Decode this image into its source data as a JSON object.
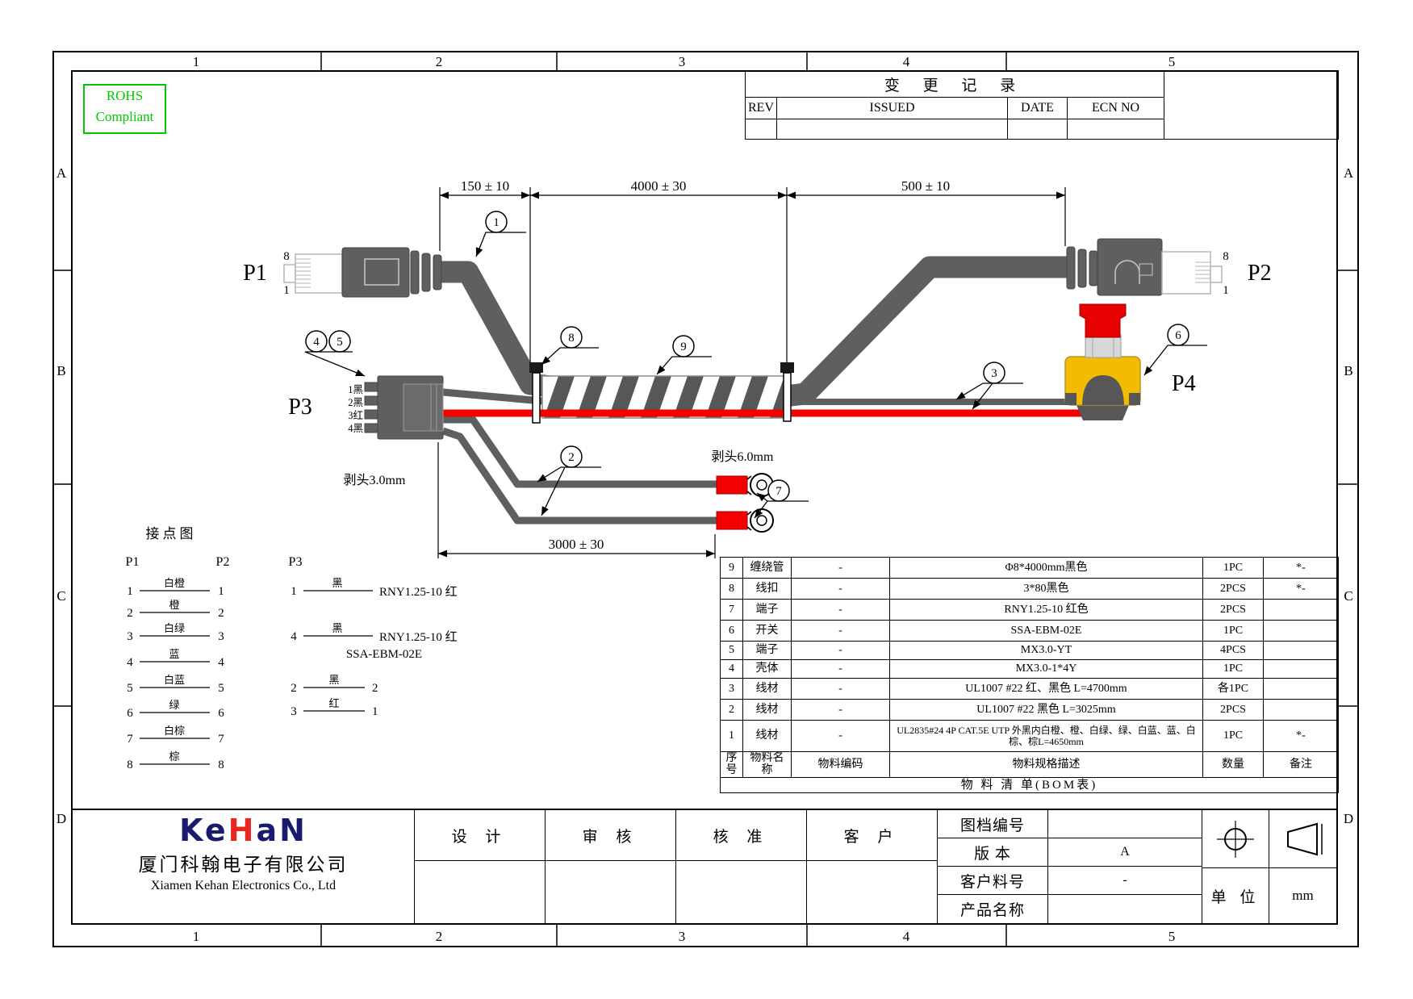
{
  "colors": {
    "rohs_green": "#00c800",
    "wire_red": "#f40000",
    "cable_gray": "#5f5f5f",
    "estop_red": "#e60000",
    "estop_yellow": "#f3bc00",
    "logo_navy": "#1a1a6e",
    "logo_red": "#e8261f"
  },
  "frame": {
    "cols": [
      "1",
      "2",
      "3",
      "4",
      "5"
    ],
    "rows": [
      "A",
      "B",
      "C",
      "D"
    ]
  },
  "rohs": {
    "line1": "ROHS",
    "line2": "Compliant"
  },
  "change_record": {
    "title": "变 更 记 录",
    "rev": "REV",
    "issued": "ISSUED",
    "date": "DATE",
    "ecn": "ECN NO"
  },
  "drawing": {
    "dim_150": "150 ± 10",
    "dim_4000": "4000 ± 30",
    "dim_500": "500 ± 10",
    "dim_3000": "3000 ± 30",
    "strip_3": "剥头3.0mm",
    "strip_6": "剥头6.0mm",
    "p1": "P1",
    "p2": "P2",
    "p3": "P3",
    "p4": "P4",
    "p1_pin_top": "8",
    "p1_pin_bottom": "1",
    "p2_pin_top": "8",
    "p2_pin_bottom": "1",
    "p3_pins": [
      "1黑",
      "2黑",
      "3红",
      "4黑"
    ],
    "callouts": [
      "1",
      "2",
      "3",
      "4",
      "5",
      "6",
      "7",
      "8",
      "9"
    ]
  },
  "wiring": {
    "title": "接点图",
    "p1_header": "P1",
    "p2_header": "P2",
    "p3_header": "P3",
    "rows": [
      {
        "l": "1",
        "color": "白橙",
        "r": "1"
      },
      {
        "l": "2",
        "color": "橙",
        "r": "2"
      },
      {
        "l": "3",
        "color": "白绿",
        "r": "3"
      },
      {
        "l": "4",
        "color": "蓝",
        "r": "4"
      },
      {
        "l": "5",
        "color": "白蓝",
        "r": "5"
      },
      {
        "l": "6",
        "color": "绿",
        "r": "6"
      },
      {
        "l": "7",
        "color": "白棕",
        "r": "7"
      },
      {
        "l": "8",
        "color": "棕",
        "r": "8"
      }
    ],
    "p3_rows": [
      {
        "l": "1",
        "color": "黑",
        "r": "RNY1.25-10 红"
      },
      {
        "l": "4",
        "color": "黑",
        "r": "RNY1.25-10 红"
      },
      {
        "l": "2",
        "color": "黑",
        "r": "2"
      },
      {
        "l": "3",
        "color": "红",
        "r": "1"
      }
    ],
    "p3_note": "SSA-EBM-02E"
  },
  "bom": {
    "headers": {
      "seq": "序号",
      "name": "物料名称",
      "code": "物料编码",
      "spec": "物料规格描述",
      "qty": "数量",
      "remark": "备注"
    },
    "rows": [
      {
        "seq": "9",
        "name": "缠绕管",
        "code": "-",
        "spec": "Φ8*4000mm黑色",
        "qty": "1PC",
        "remark": "*-"
      },
      {
        "seq": "8",
        "name": "线扣",
        "code": "-",
        "spec": "3*80黑色",
        "qty": "2PCS",
        "remark": "*-"
      },
      {
        "seq": "7",
        "name": "端子",
        "code": "-",
        "spec": "RNY1.25-10 红色",
        "qty": "2PCS",
        "remark": ""
      },
      {
        "seq": "6",
        "name": "开关",
        "code": "-",
        "spec": "SSA-EBM-02E",
        "qty": "1PC",
        "remark": ""
      },
      {
        "seq": "5",
        "name": "端子",
        "code": "-",
        "spec": "MX3.0-YT",
        "qty": "4PCS",
        "remark": ""
      },
      {
        "seq": "4",
        "name": "壳体",
        "code": "-",
        "spec": "MX3.0-1*4Y",
        "qty": "1PC",
        "remark": ""
      },
      {
        "seq": "3",
        "name": "线材",
        "code": "-",
        "spec": "UL1007 #22 红、黑色 L=4700mm",
        "qty": "各1PC",
        "remark": ""
      },
      {
        "seq": "2",
        "name": "线材",
        "code": "-",
        "spec": "UL1007 #22 黑色 L=3025mm",
        "qty": "2PCS",
        "remark": ""
      },
      {
        "seq": "1",
        "name": "线材",
        "code": "-",
        "spec": "UL2835#24 4P CAT.5E UTP 外黑内白橙、橙、白绿、绿、白蓝、蓝、白棕、棕L=4650mm",
        "qty": "1PC",
        "remark": "*-"
      }
    ],
    "footer": "物 料 清 单(BOM表)"
  },
  "title_block": {
    "logo_part1": "Ke",
    "logo_part2": "H",
    "logo_part3": "aN",
    "company_cn": "厦门科翰电子有限公司",
    "company_en": "Xiamen Kehan Electronics Co., Ltd",
    "sign_cols": [
      "设 计",
      "审 核",
      "核 准",
      "客 户"
    ],
    "info": [
      {
        "label": "图档编号",
        "value": ""
      },
      {
        "label": "版  本",
        "value": "A"
      },
      {
        "label": "客户料号",
        "value": "-"
      },
      {
        "label": "产品名称",
        "value": ""
      }
    ],
    "unit_label": "单 位",
    "unit_value": "mm"
  }
}
